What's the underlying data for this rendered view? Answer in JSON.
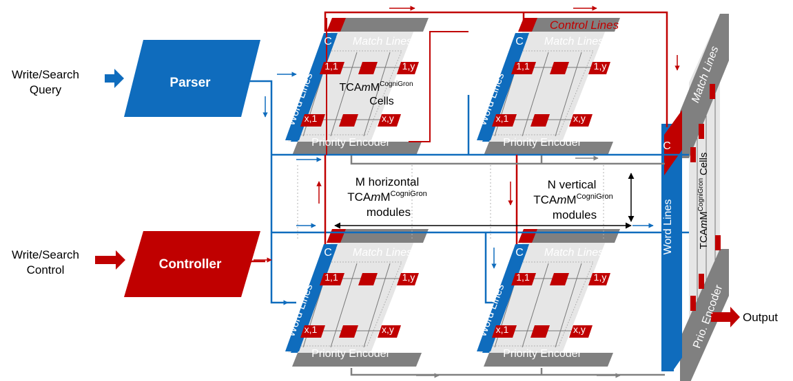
{
  "inputs": {
    "query_line1": "Write/Search",
    "query_line2": "Query",
    "control_line1": "Write/Search",
    "control_line2": "Control"
  },
  "blocks": {
    "parser": "Parser",
    "controller": "Controller"
  },
  "labels": {
    "control_lines": "Control Lines",
    "match_lines": "Match Lines",
    "word_lines": "Word Lines",
    "priority_encoder": "Priority Encoder",
    "c": "C",
    "prio_encoder_short": "Prio. Encoder",
    "output": "Output"
  },
  "cells": {
    "top_left": "1,1",
    "top_right": "1,y",
    "bottom_left": "x,1",
    "bottom_right": "x,y"
  },
  "module_text": {
    "tcam_prefix": "TCA",
    "tcam_m": "m",
    "tcam_suffix": "M",
    "sup": "CogniGron",
    "cells": "Cells"
  },
  "annotations": {
    "m_line1": "M horizontal",
    "n_line1": "N vertical",
    "modules": "modules"
  },
  "colors": {
    "blue": "#0f6cbd",
    "red": "#c00000",
    "gray": "#808080",
    "light_gray": "#e6e6e6"
  }
}
